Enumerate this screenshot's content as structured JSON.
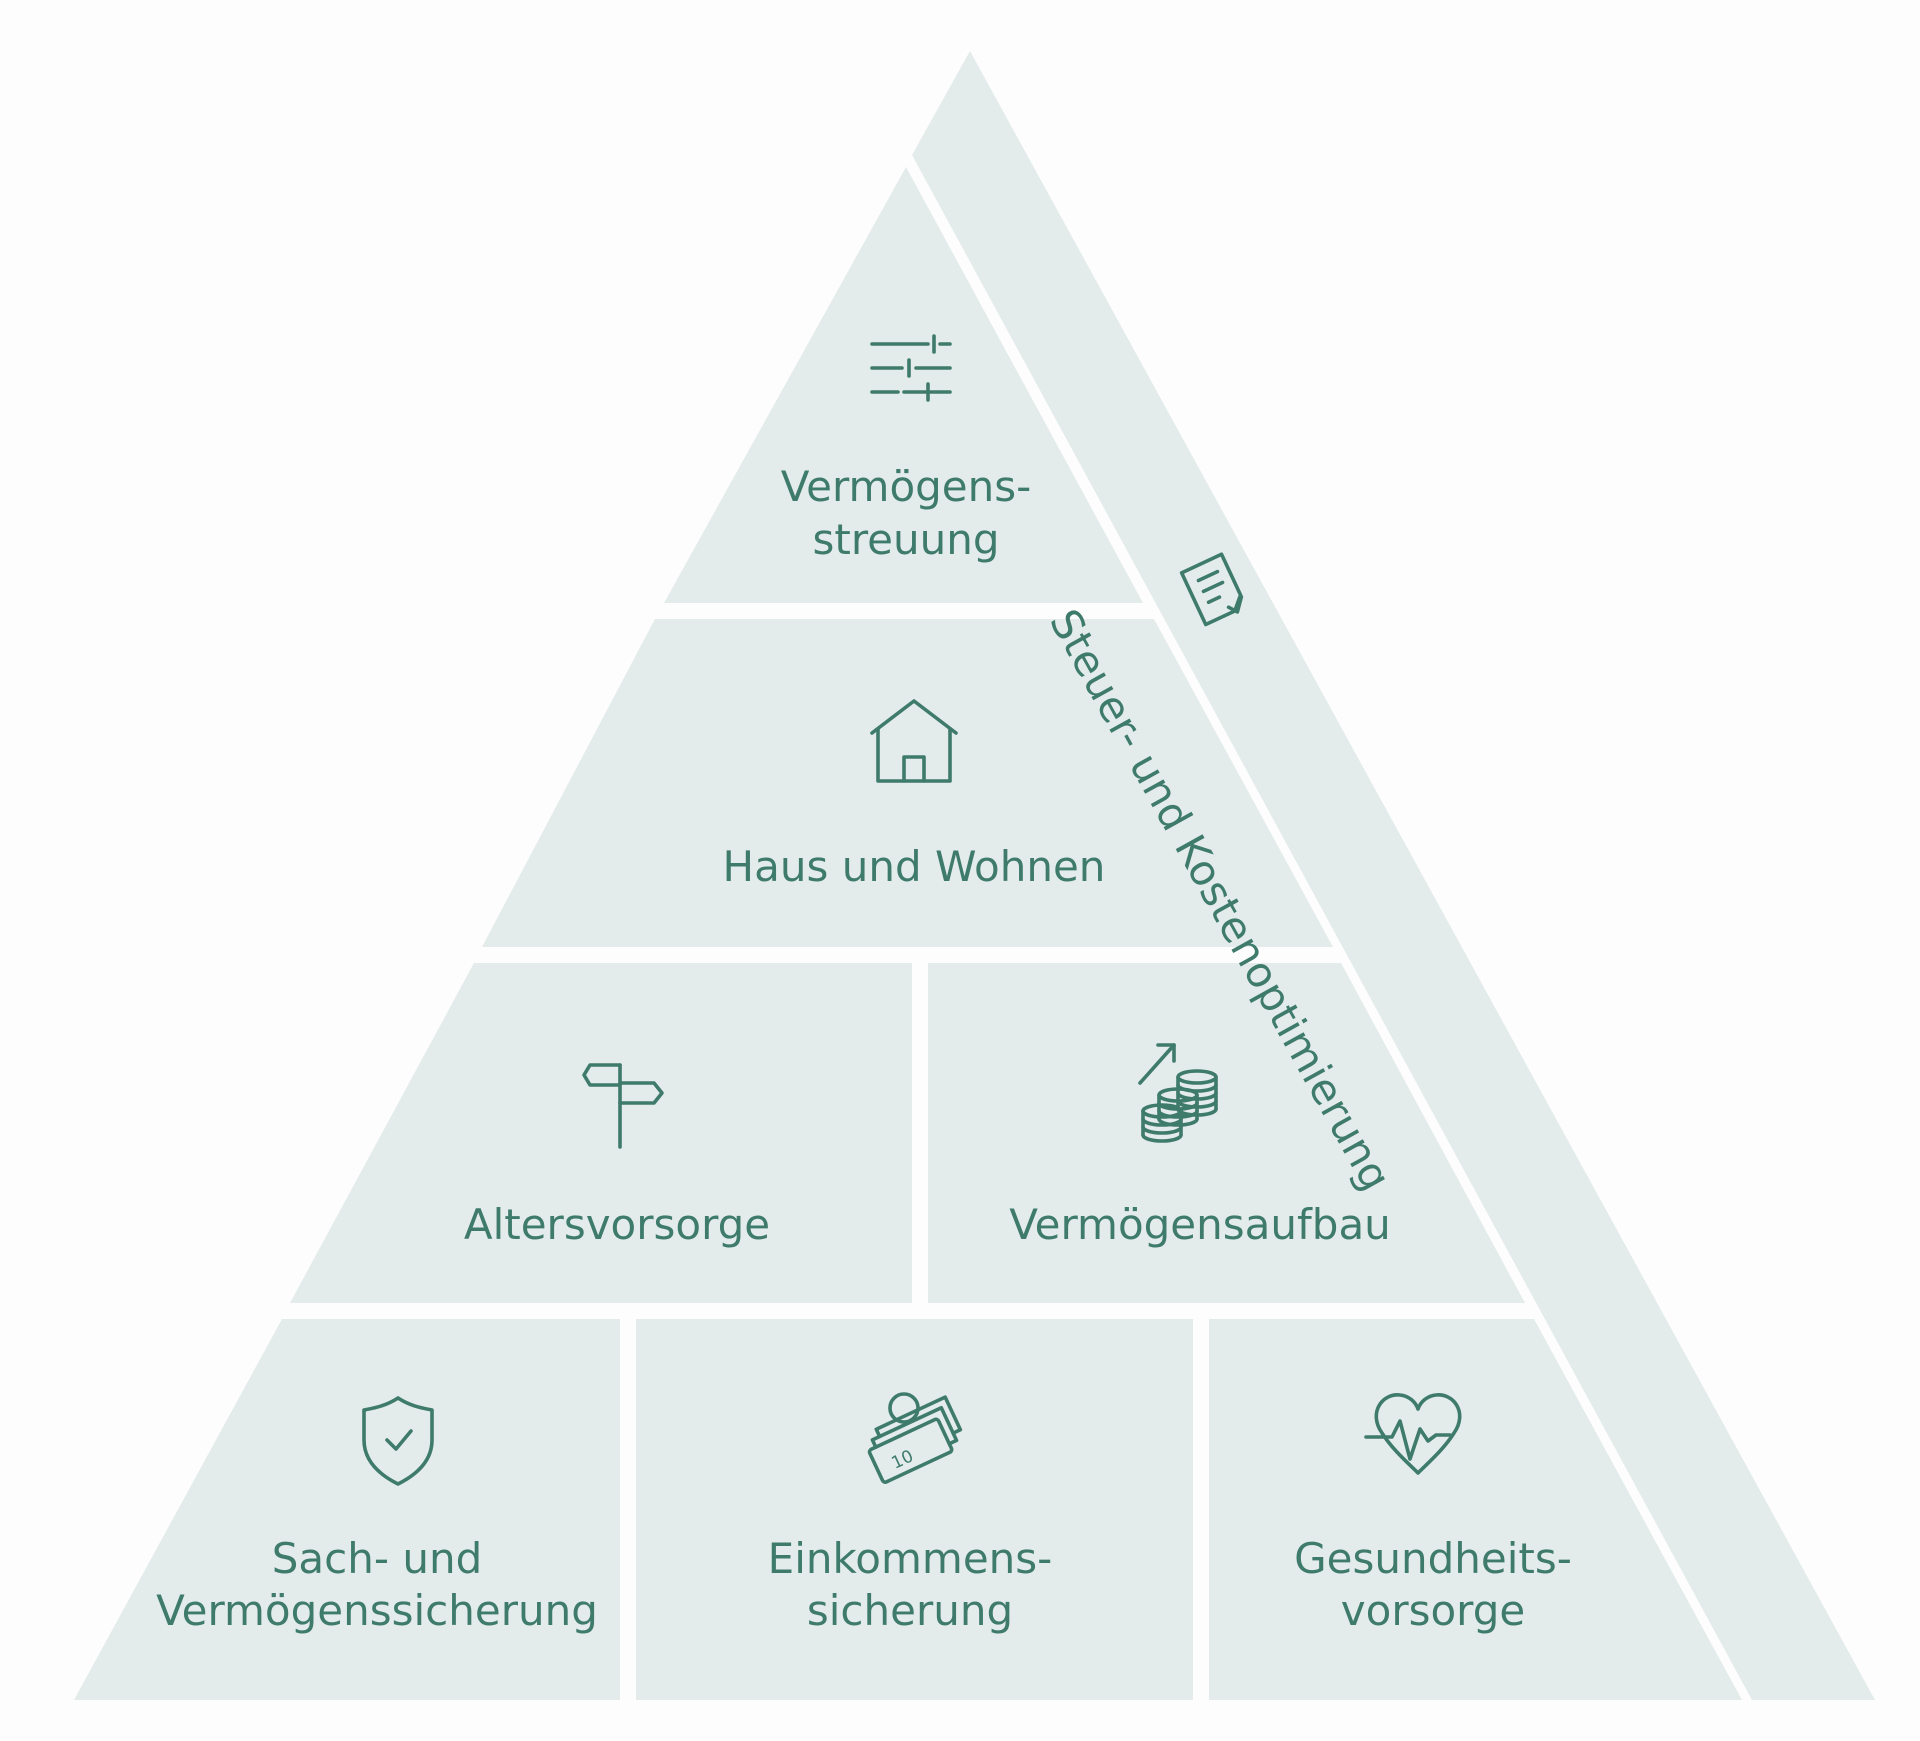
{
  "diagram": {
    "side_band": {
      "label": "Steuer- und Kostenoptimierung",
      "icon": "tax-document-icon"
    },
    "tiers": [
      {
        "name": "vermoegensstreuung",
        "lines": [
          "Vermögens-",
          "streuung"
        ],
        "icon": "sliders-icon"
      },
      {
        "name": "haus-und-wohnen",
        "lines": [
          "Haus und Wohnen"
        ],
        "icon": "house-icon"
      },
      {
        "name": "altersvorsorge",
        "lines": [
          "Altersvorsorge"
        ],
        "icon": "signpost-icon"
      },
      {
        "name": "vermoegensaufbau",
        "lines": [
          "Vermögensaufbau"
        ],
        "icon": "coins-growth-icon"
      },
      {
        "name": "sach-und-vermoegenssicherung",
        "lines": [
          "Sach- und",
          "Vermögenssicherung"
        ],
        "icon": "shield-check-icon"
      },
      {
        "name": "einkommenssicherung",
        "lines": [
          "Einkommens-",
          "sicherung"
        ],
        "icon": "income-money-icon"
      },
      {
        "name": "gesundheitsvorsorge",
        "lines": [
          "Gesundheits-",
          "vorsorge"
        ],
        "icon": "heart-pulse-icon"
      }
    ],
    "money_note_text": "10",
    "colors": {
      "segment": "#e3ecea",
      "text": "#3f7b6b",
      "background": "#fdfdfd"
    }
  }
}
